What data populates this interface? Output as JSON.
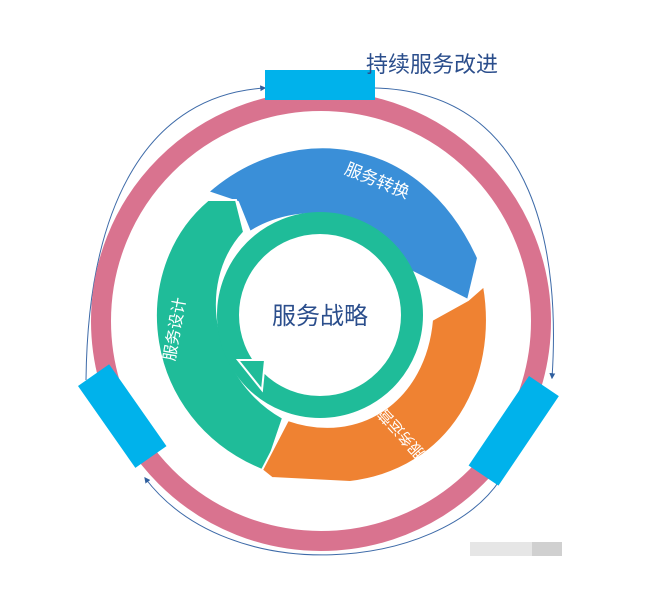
{
  "diagram": {
    "outer_title": "持续服务改进",
    "center_label": "服务战略",
    "arc_labels": {
      "transition": "服务转换",
      "design": "服务设计",
      "operation": "服务运营"
    },
    "colors": {
      "outer_ring": "#d9738f",
      "transition": "#3a8fd8",
      "design": "#1fbc99",
      "operation": "#ef8232",
      "center_ring": "#1fbc99",
      "blocks": "#00b2eb",
      "title": "#2b4e8c"
    }
  }
}
